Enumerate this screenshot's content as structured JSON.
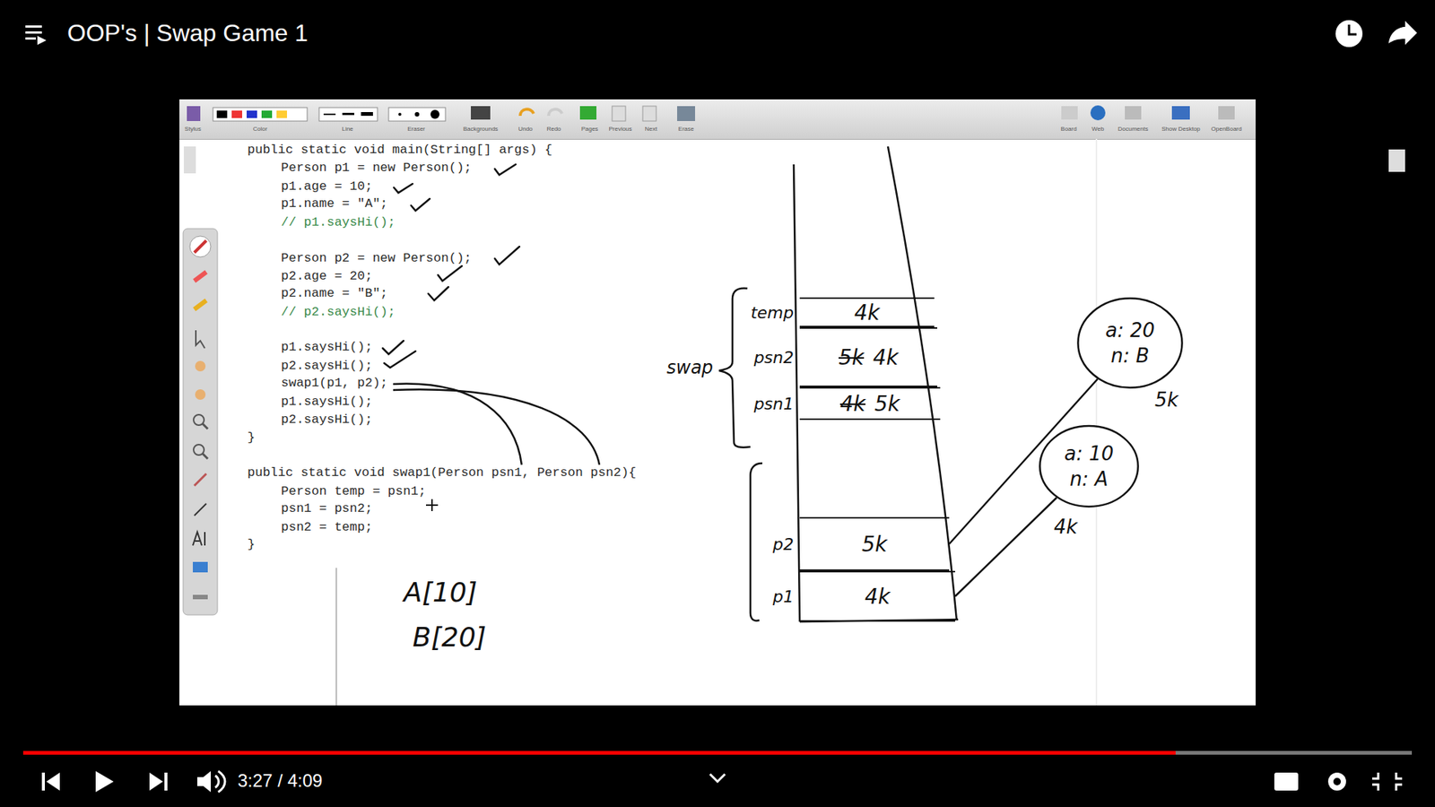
{
  "diagram": {
    "title": "OOP's | Swap Game 1",
    "nodes": [
      {
        "text": [
          "temp",
          "4k"
        ]
      },
      {
        "text": [
          "psn2",
          "5k",
          "4k"
        ]
      },
      {
        "text": [
          "psn1",
          "4k",
          "5k"
        ]
      },
      {
        "text": [
          "p2",
          "5k"
        ]
      },
      {
        "text": [
          "p1",
          "4k"
        ]
      },
      {
        "text": [
          "a: 20",
          "n: B"
        ]
      },
      {
        "text": [
          "a: 10",
          "n: A"
        ]
      }
    ],
    "edges": [
      {
        "from": 3,
        "to": 5,
        "arrow": "none"
      },
      {
        "from": 4,
        "to": 6,
        "arrow": "none"
      }
    ],
    "labels": [
      "3:27 / 4:09",
      "Stylus",
      "Color",
      "Line",
      "Eraser",
      "Backgrounds",
      "Undo",
      "Redo",
      "Pages",
      "Previous",
      "Next",
      "Erase",
      "Board",
      "Web",
      "Documents",
      "Show Desktop",
      "OpenBoard",
      "public static void main(String[] args) {",
      "Person p1 = new Person();",
      "p1.age = 10;",
      "p1.name = \"A\";",
      "// p1.saysHi();",
      "Person p2 = new Person();",
      "p2.age = 20;",
      "p2.name = \"B\";",
      "// p2.saysHi();",
      "p1.saysHi();",
      "p2.saysHi();",
      "swap1(p1, p2);",
      "p1.saysHi();",
      "p2.saysHi();",
      "}",
      "public static void swap1(Person psn1, Person psn2){",
      "Person temp = psn1;",
      "psn1 = psn2;",
      "psn2 = temp;",
      "}",
      "A[10]",
      "B[20]",
      "swap",
      "5k",
      "4k"
    ]
  }
}
